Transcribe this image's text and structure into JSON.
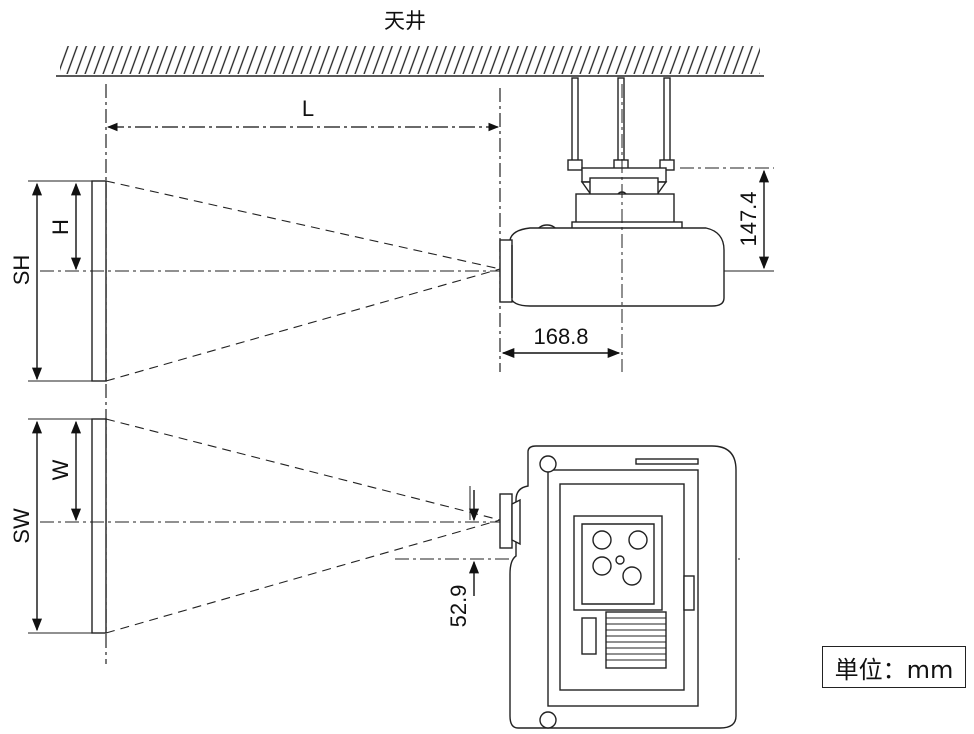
{
  "ceiling_label": "天井",
  "dimensions": {
    "distance": "L",
    "screen_height": "SH",
    "image_height_offset": "H",
    "screen_width": "SW",
    "image_width_offset": "W",
    "side_height_offset": "147.4",
    "side_lens_offset": "168.8",
    "bottom_lateral_offset": "52.9"
  },
  "unit_label": "単位：mm"
}
